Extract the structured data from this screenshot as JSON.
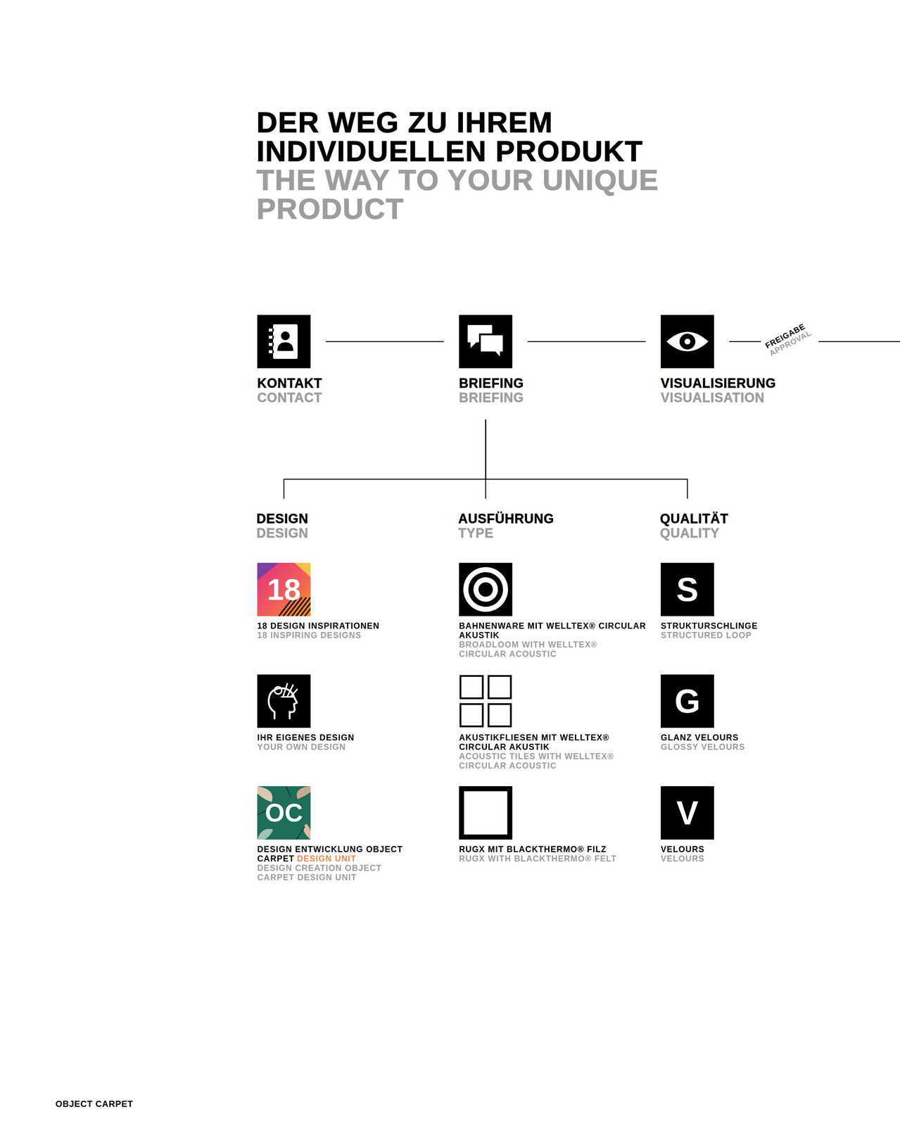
{
  "diagram": {
    "title": "DER WEG ZU IHREM INDIVIDUELLEN PRODUKT",
    "nodes": [
      {
        "text": [
          "KONTAKT",
          "CONTACT"
        ]
      },
      {
        "text": [
          "BRIEFING",
          "BRIEFING"
        ]
      },
      {
        "text": [
          "VISUALISIERUNG",
          "VISUALISATION"
        ]
      },
      {
        "text": [
          "DESIGN",
          "DESIGN"
        ]
      },
      {
        "text": [
          "AUSFÜHRUNG",
          "TYPE"
        ]
      },
      {
        "text": [
          "QUALITÄT",
          "QUALITY"
        ]
      },
      {
        "text": [
          "18",
          "18 DESIGN INSPIRATIONEN",
          "18 INSPIRING DESIGNS"
        ]
      },
      {
        "text": [
          "IHR EIGENES DESIGN",
          "YOUR OWN DESIGN"
        ]
      },
      {
        "text": [
          "OC",
          "DESIGN ENTWICKLUNG OBJECT CARPET",
          "DESIGN UNIT",
          "DESIGN CREATION OBJECT CARPET DESIGN UNIT"
        ]
      },
      {
        "text": [
          "BAHNENWARE MIT WELLTEX® CIRCULAR AKUSTIK",
          "BROADLOOM WITH WELLTEX® CIRCULAR ACOUSTIC"
        ]
      },
      {
        "text": [
          "AKUSTIKFLIESEN MIT WELLTEX® CIRCULAR AKUSTIK",
          "ACOUSTIC TILES WITH WELLTEX® CIRCULAR ACOUSTIC"
        ]
      },
      {
        "text": [
          "RUGX MIT BLACKTHERMO® FILZ",
          "RUGX WITH BLACKTHERMO® FELT"
        ]
      },
      {
        "text": [
          "S",
          "STRUKTURSCHLINGE",
          "STRUCTURED LOOP"
        ]
      },
      {
        "text": [
          "G",
          "GLANZ VELOURS",
          "GLOSSY VELOURS"
        ]
      },
      {
        "text": [
          "V",
          "VELOURS",
          "VELOURS"
        ]
      }
    ],
    "edges": [
      {
        "from": 0,
        "to": 1,
        "arrow": "none"
      },
      {
        "from": 1,
        "to": 2,
        "arrow": "none"
      },
      {
        "from": 1,
        "to": 3,
        "arrow": "none"
      },
      {
        "from": 1,
        "to": 4,
        "arrow": "none"
      },
      {
        "from": 1,
        "to": 5,
        "arrow": "none"
      }
    ],
    "labels": [
      "THE WAY TO YOUR UNIQUE PRODUCT",
      "FREIGABE",
      "APPROVAL",
      "OBJECT CARPET"
    ]
  }
}
